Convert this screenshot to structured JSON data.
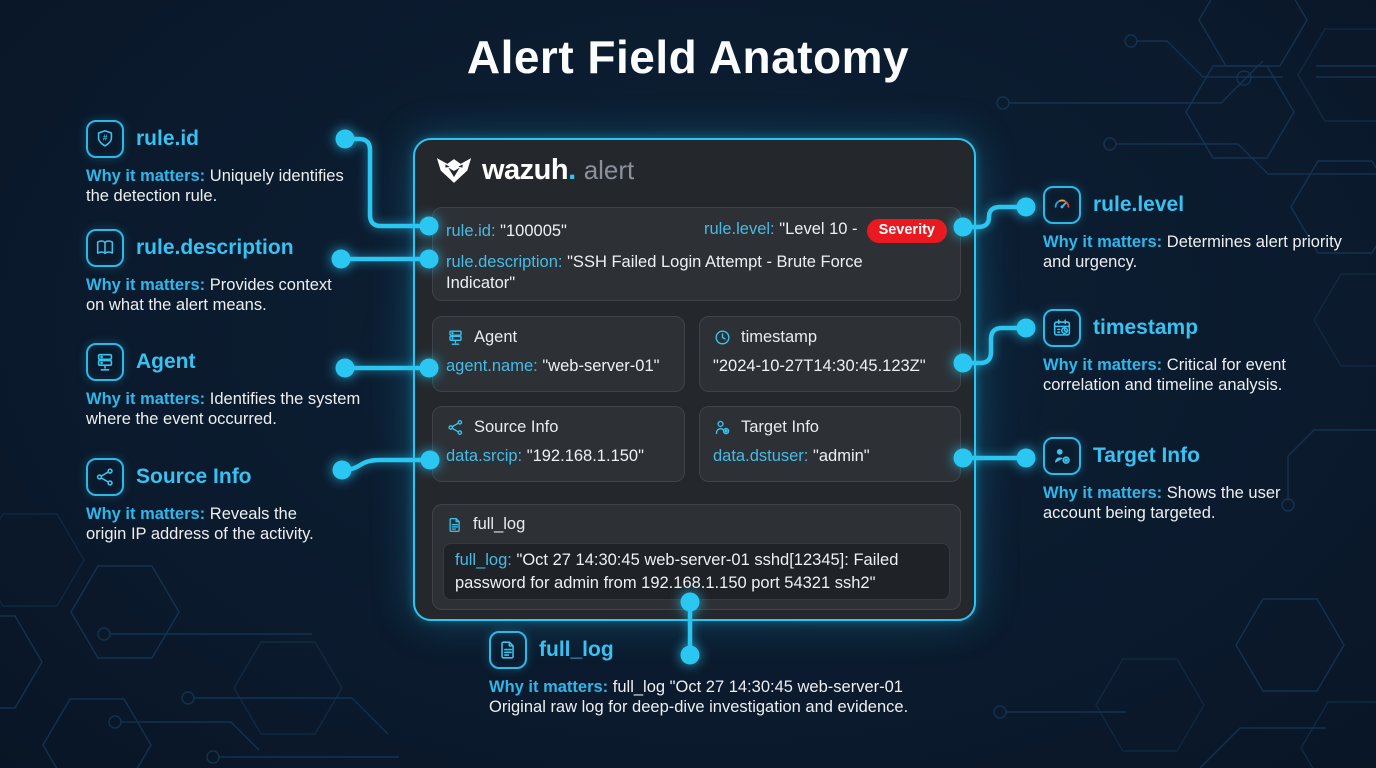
{
  "page": {
    "title": "Alert Field Anatomy"
  },
  "colors": {
    "accent": "#29c6f3",
    "severity_red": "#e8191f",
    "background": "#0b1a2d"
  },
  "card": {
    "logo": {
      "brand": "wazuh",
      "dot": ".",
      "suffix": "alert"
    },
    "rule_row": {
      "id_key": "rule.id:",
      "id_value": "\"100005\"",
      "level_key": "rule.level:",
      "level_value": "\"Level 10 -",
      "severity_badge": "Severity",
      "desc_key": "rule.description:",
      "desc_value": "\"SSH Failed Login Attempt - Brute Force Indicator\""
    },
    "agent": {
      "title": "Agent",
      "key": "agent.name:",
      "value": "\"web-server-01\""
    },
    "timestamp": {
      "title": "timestamp",
      "value": "\"2024-10-27T14:30:45.123Z\""
    },
    "source": {
      "title": "Source Info",
      "key": "data.srcip:",
      "value": "\"192.168.1.150\""
    },
    "target": {
      "title": "Target Info",
      "key": "data.dstuser:",
      "value": "\"admin\""
    },
    "full_log": {
      "title": "full_log",
      "key": "full_log:",
      "value": "\"Oct 27 14:30:45 web-server-01 sshd[12345]: Failed password for admin from 192.168.1.150 port 54321 ssh2\""
    }
  },
  "annotations": {
    "why_label": "Why it matters:",
    "rule_id": {
      "title": "rule.id",
      "why": "Uniquely identifies the detection rule."
    },
    "rule_description": {
      "title": "rule.description",
      "why": "Provides context on what the alert means."
    },
    "agent": {
      "title": "Agent",
      "why": "Identifies the system where the event occurred."
    },
    "source_info": {
      "title": "Source Info",
      "why": "Reveals the origin IP address of the activity."
    },
    "rule_level": {
      "title": "rule.level",
      "why": "Determines alert priority and urgency."
    },
    "timestamp": {
      "title": "timestamp",
      "why": "Critical for event correlation and timeline analysis."
    },
    "target_info": {
      "title": "Target Info",
      "why": "Shows the user account being targeted."
    },
    "full_log": {
      "title": "full_log",
      "why": "full_log \"Oct 27 14:30:45 web-server-01 Original raw log for deep-dive investigation and evidence."
    }
  }
}
